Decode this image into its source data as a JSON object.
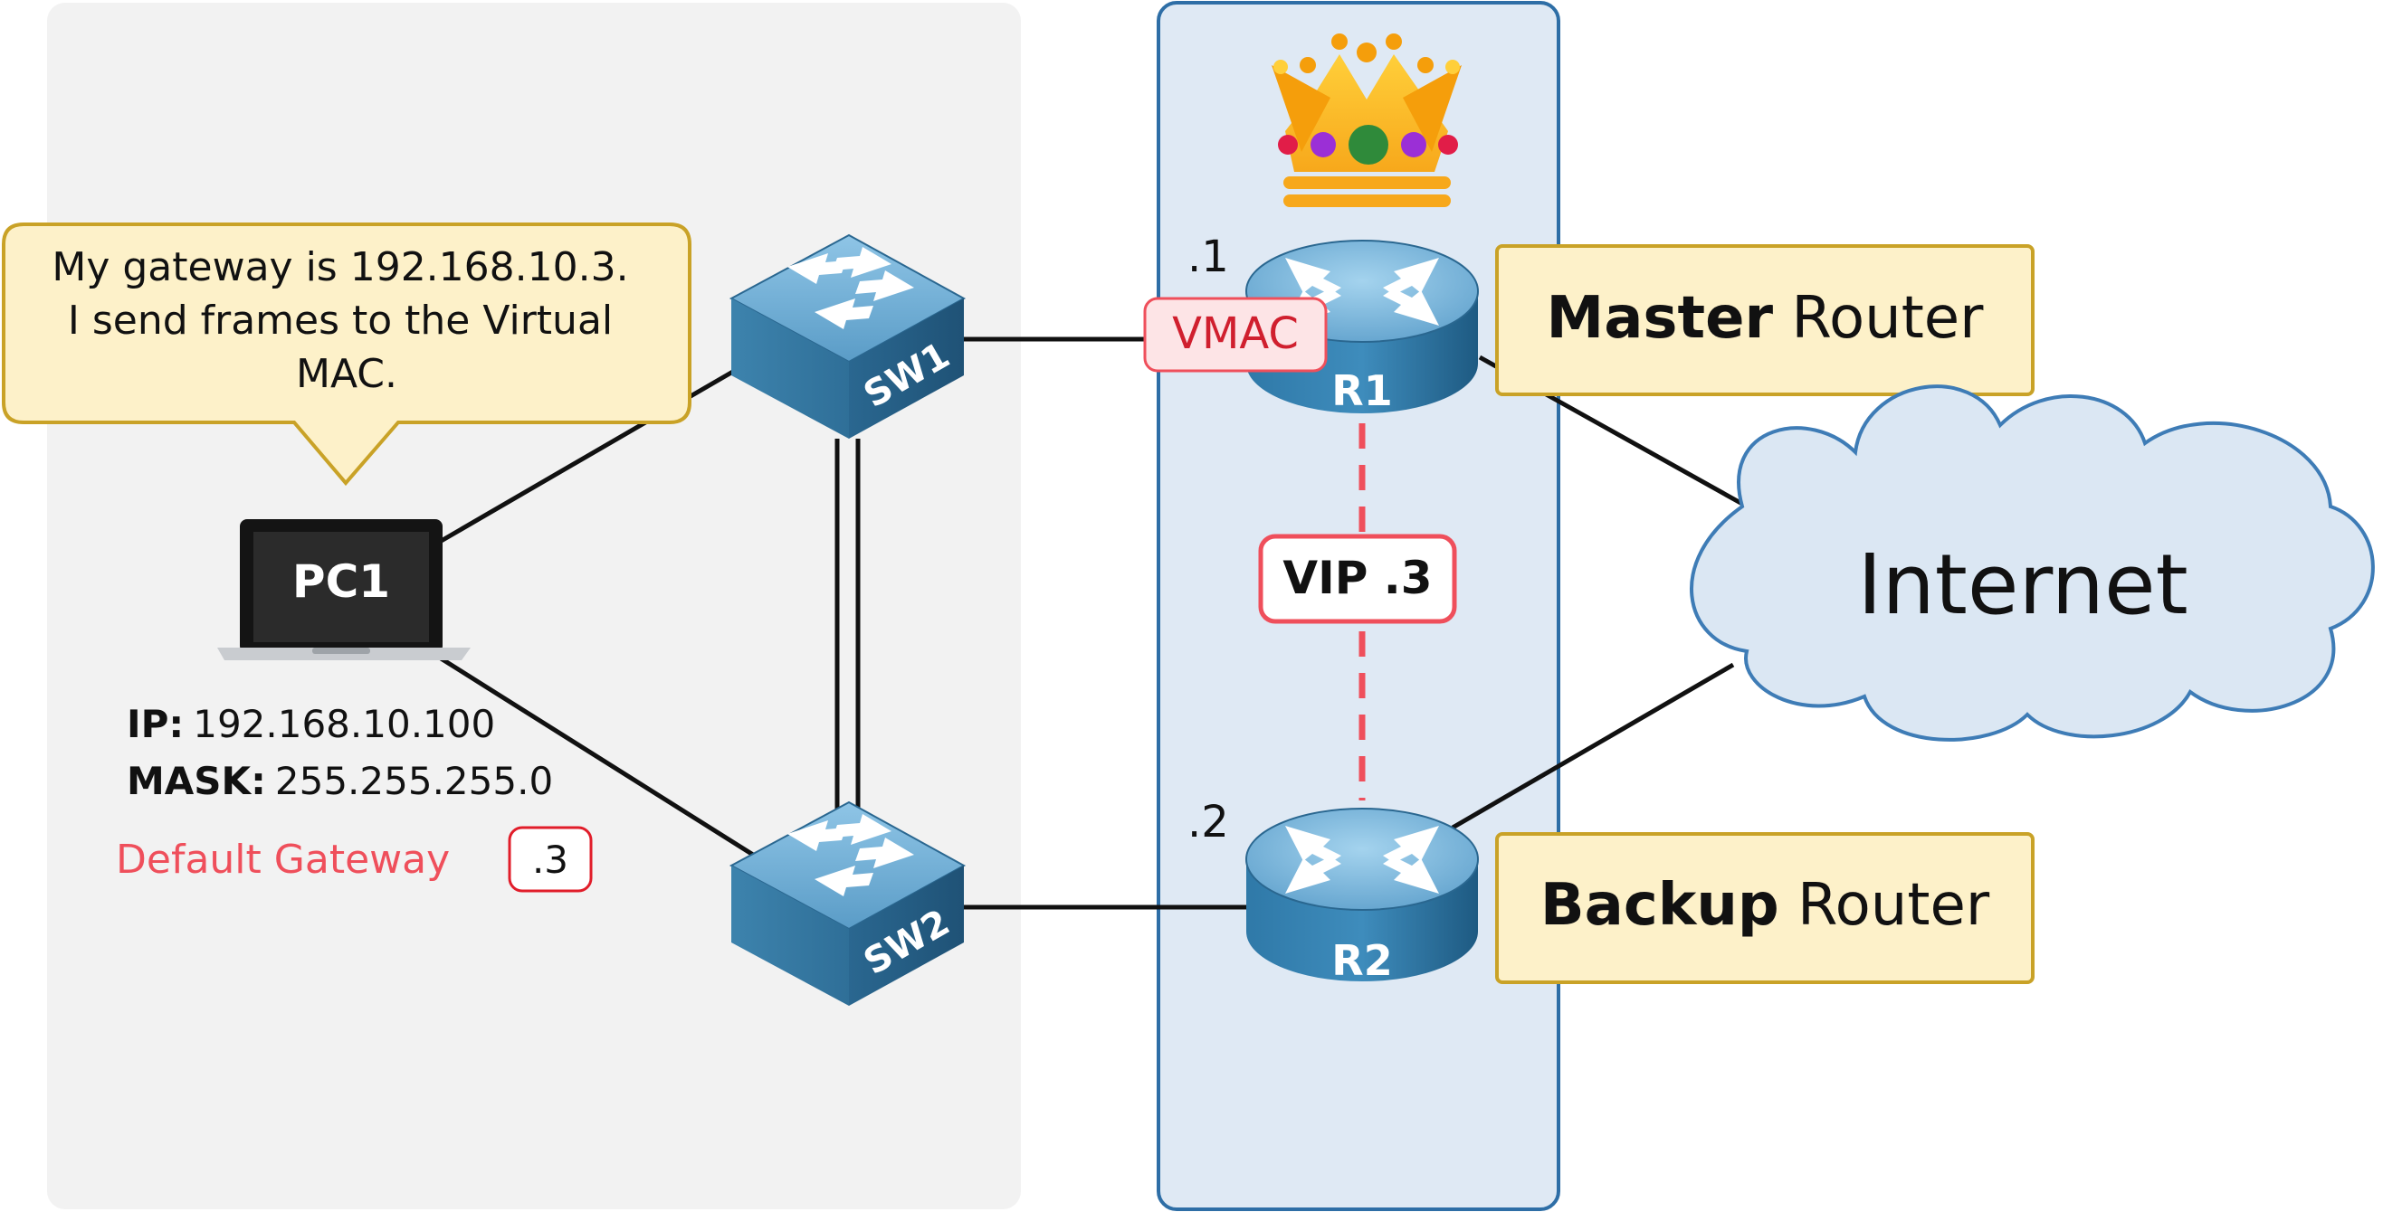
{
  "pc": {
    "name": "PC1",
    "speech": [
      "My gateway is 192.168.10.3.",
      "I send frames to the Virtual",
      "MAC."
    ],
    "ip_label": "IP:",
    "ip_value": "192.168.10.100",
    "mask_label": "MASK:",
    "mask_value": "255.255.255.0",
    "gateway_label": "Default Gateway",
    "gateway_value": ".3"
  },
  "switches": {
    "sw1": "SW1",
    "sw2": "SW2"
  },
  "routers": {
    "r1": {
      "name": "R1",
      "addr": ".1",
      "role_bold": "Master",
      "role_rest": " Router"
    },
    "r2": {
      "name": "R2",
      "addr": ".2",
      "role_bold": "Backup",
      "role_rest": " Router"
    }
  },
  "vmac_label": "VMAC",
  "vip_label": "VIP .3",
  "cloud_label": "Internet",
  "colors": {
    "lan_zone": "#f2f2f2",
    "router_zone_fill": "#dfe9f4",
    "router_zone_border": "#2e6ea6",
    "callout_fill": "#fdf1c9",
    "callout_border": "#c9a227",
    "accent_red": "#ef4f5b",
    "device_blue": "#2a6f97",
    "cloud_fill": "#dbe7f3",
    "cloud_stroke": "#3e7cb6"
  }
}
